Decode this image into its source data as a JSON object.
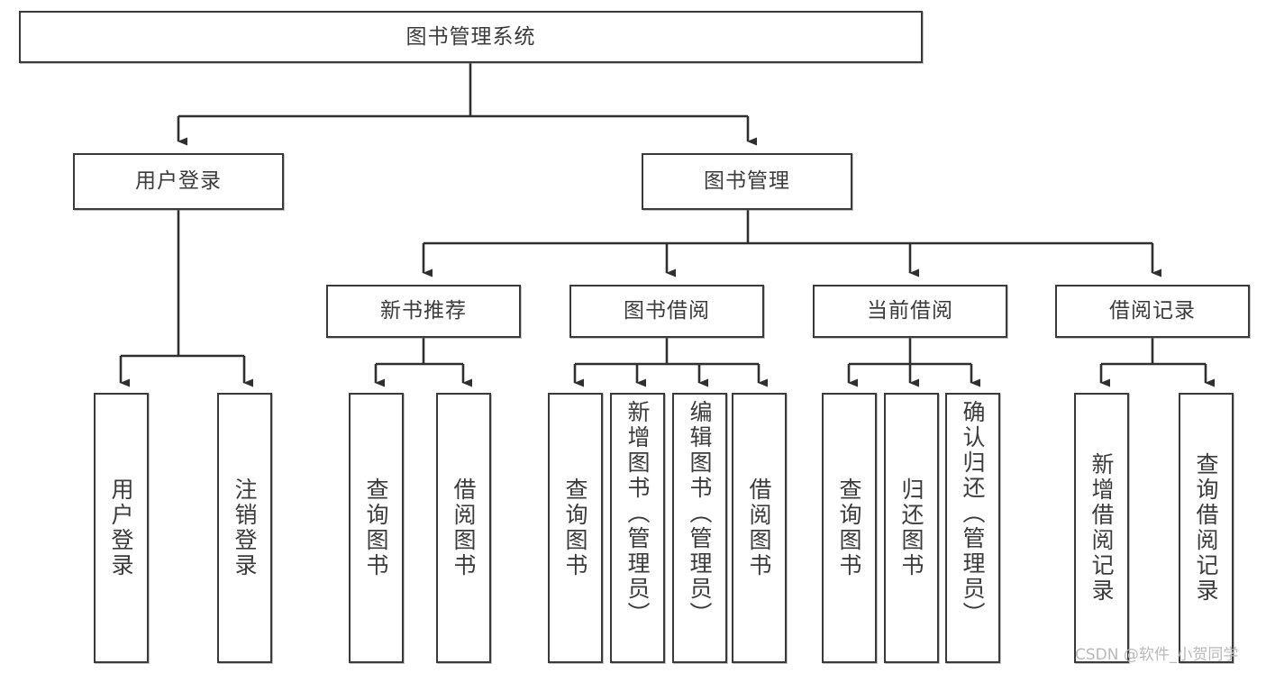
{
  "diagram": {
    "title": "图书管理系统",
    "type": "tree-hierarchy-diagram",
    "colors": {
      "box_border": "#3a3a3a",
      "box_fill": "#ffffff",
      "connector": "#2f2f2f",
      "text": "#3b3b3b",
      "watermark": "#b9b9b9"
    },
    "root": {
      "label": "图书管理系统"
    },
    "level2": [
      {
        "label": "用户登录"
      },
      {
        "label": "图书管理"
      }
    ],
    "level3": [
      {
        "label": "新书推荐"
      },
      {
        "label": "图书借阅"
      },
      {
        "label": "当前借阅"
      },
      {
        "label": "借阅记录"
      }
    ],
    "leaves": {
      "user_login": [
        {
          "label": "用户登录"
        },
        {
          "label": "注销登录"
        }
      ],
      "new_book_recommend": [
        {
          "label": "查询图书"
        },
        {
          "label": "借阅图书"
        }
      ],
      "book_borrow": [
        {
          "label": "查询图书"
        },
        {
          "label": "新增图书（管理员）"
        },
        {
          "label": "编辑图书（管理员）"
        },
        {
          "label": "借阅图书"
        }
      ],
      "current_borrow": [
        {
          "label": "查询图书"
        },
        {
          "label": "归还图书"
        },
        {
          "label": "确认归还（管理员）"
        }
      ],
      "borrow_record": [
        {
          "label": "新增借阅记录"
        },
        {
          "label": "查询借阅记录"
        }
      ]
    },
    "watermark": "CSDN @软件_小贺同学"
  }
}
